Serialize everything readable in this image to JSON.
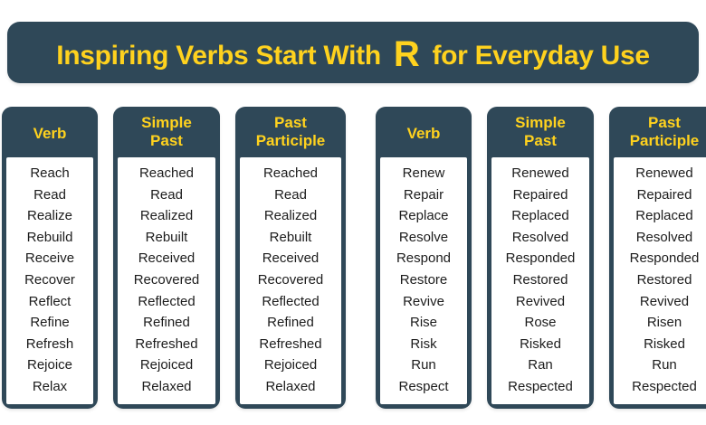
{
  "banner": {
    "title_part1": "Inspiring Verbs Start With",
    "letter": "R",
    "title_part2": "for Everyday Use",
    "bg_color": "#2F4858",
    "text_color": "#FFD21E"
  },
  "theme": {
    "dark": "#2F4858",
    "yellow": "#FFD21E",
    "panel": "#FFFFFF",
    "text": "#1C1C1C"
  },
  "tables": [
    {
      "name": "table-left",
      "columns": [
        {
          "header": "Verb",
          "header_lines": [
            "Verb"
          ],
          "cells": [
            "Reach",
            "Read",
            "Realize",
            "Rebuild",
            "Receive",
            "Recover",
            "Reflect",
            "Refine",
            "Refresh",
            "Rejoice",
            "Relax"
          ]
        },
        {
          "header": "Simple Past",
          "header_lines": [
            "Simple",
            "Past"
          ],
          "cells": [
            "Reached",
            "Read",
            "Realized",
            "Rebuilt",
            "Received",
            "Recovered",
            "Reflected",
            "Refined",
            "Refreshed",
            "Rejoiced",
            "Relaxed"
          ]
        },
        {
          "header": "Past Participle",
          "header_lines": [
            "Past",
            "Participle"
          ],
          "cells": [
            "Reached",
            "Read",
            "Realized",
            "Rebuilt",
            "Received",
            "Recovered",
            "Reflected",
            "Refined",
            "Refreshed",
            "Rejoiced",
            "Relaxed"
          ]
        }
      ]
    },
    {
      "name": "table-right",
      "columns": [
        {
          "header": "Verb",
          "header_lines": [
            "Verb"
          ],
          "cells": [
            "Renew",
            "Repair",
            "Replace",
            "Resolve",
            "Respond",
            "Restore",
            "Revive",
            "Rise",
            "Risk",
            "Run",
            "Respect"
          ]
        },
        {
          "header": "Simple Past",
          "header_lines": [
            "Simple",
            "Past"
          ],
          "cells": [
            "Renewed",
            "Repaired",
            "Replaced",
            "Resolved",
            "Responded",
            "Restored",
            "Revived",
            "Rose",
            "Risked",
            "Ran",
            "Respected"
          ]
        },
        {
          "header": "Past Participle",
          "header_lines": [
            "Past",
            "Participle"
          ],
          "cells": [
            "Renewed",
            "Repaired",
            "Replaced",
            "Resolved",
            "Responded",
            "Restored",
            "Revived",
            "Risen",
            "Risked",
            "Run",
            "Respected"
          ]
        }
      ]
    }
  ]
}
